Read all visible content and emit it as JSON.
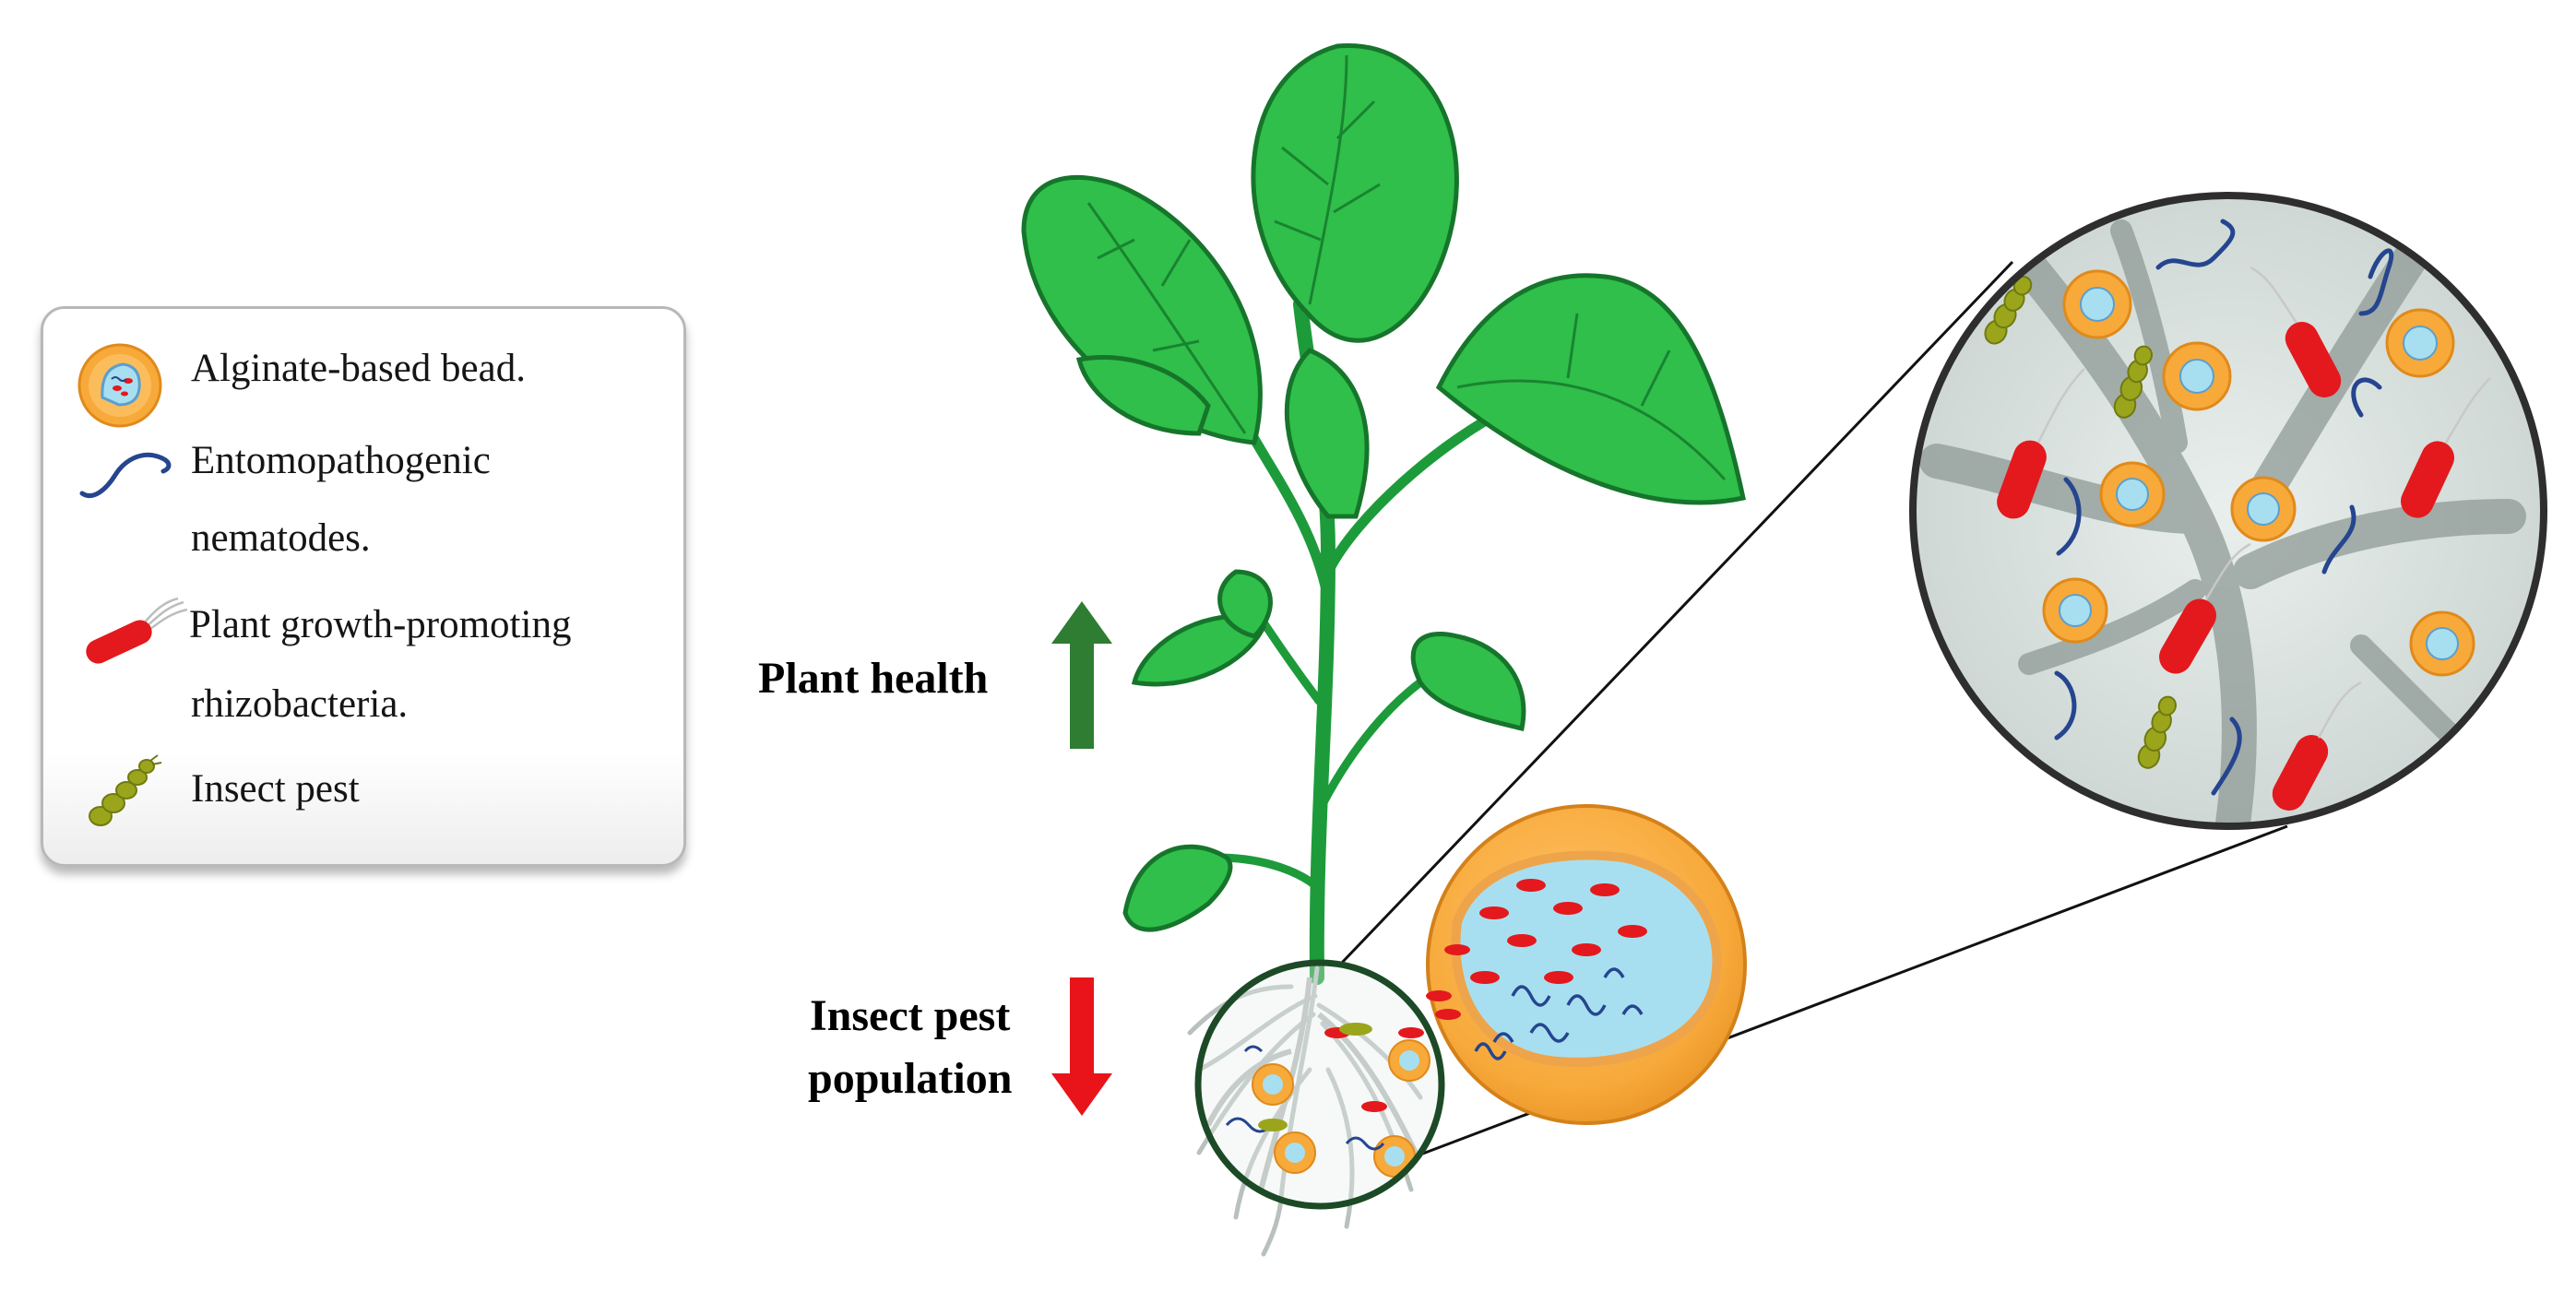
{
  "legend": {
    "items": [
      {
        "icon": "alginate-bead-icon",
        "lines": [
          "Alginate-based bead."
        ]
      },
      {
        "icon": "nematode-icon",
        "lines": [
          "Entomopathogenic",
          "nematodes."
        ]
      },
      {
        "icon": "rhizobacteria-icon",
        "lines": [
          "Plant growth-promoting",
          "rhizobacteria."
        ]
      },
      {
        "icon": "insect-pest-icon",
        "lines": [
          "Insect pest"
        ]
      }
    ]
  },
  "effects": {
    "plant_health": {
      "label": "Plant health",
      "direction": "up",
      "color": "#2e7d32"
    },
    "insect_pest": {
      "lines": [
        "Insect pest",
        "population"
      ],
      "direction": "down",
      "color": "#e8141a"
    }
  },
  "colors": {
    "leaf": "#2fbf4a",
    "leaf_dark": "#16752b",
    "bead": "#f7a93a",
    "bead_core": "#a8dff0",
    "nematode": "#25458f",
    "bacteria": "#e3191d",
    "insect": "#9aa51c",
    "root": "#b9c1bd"
  }
}
